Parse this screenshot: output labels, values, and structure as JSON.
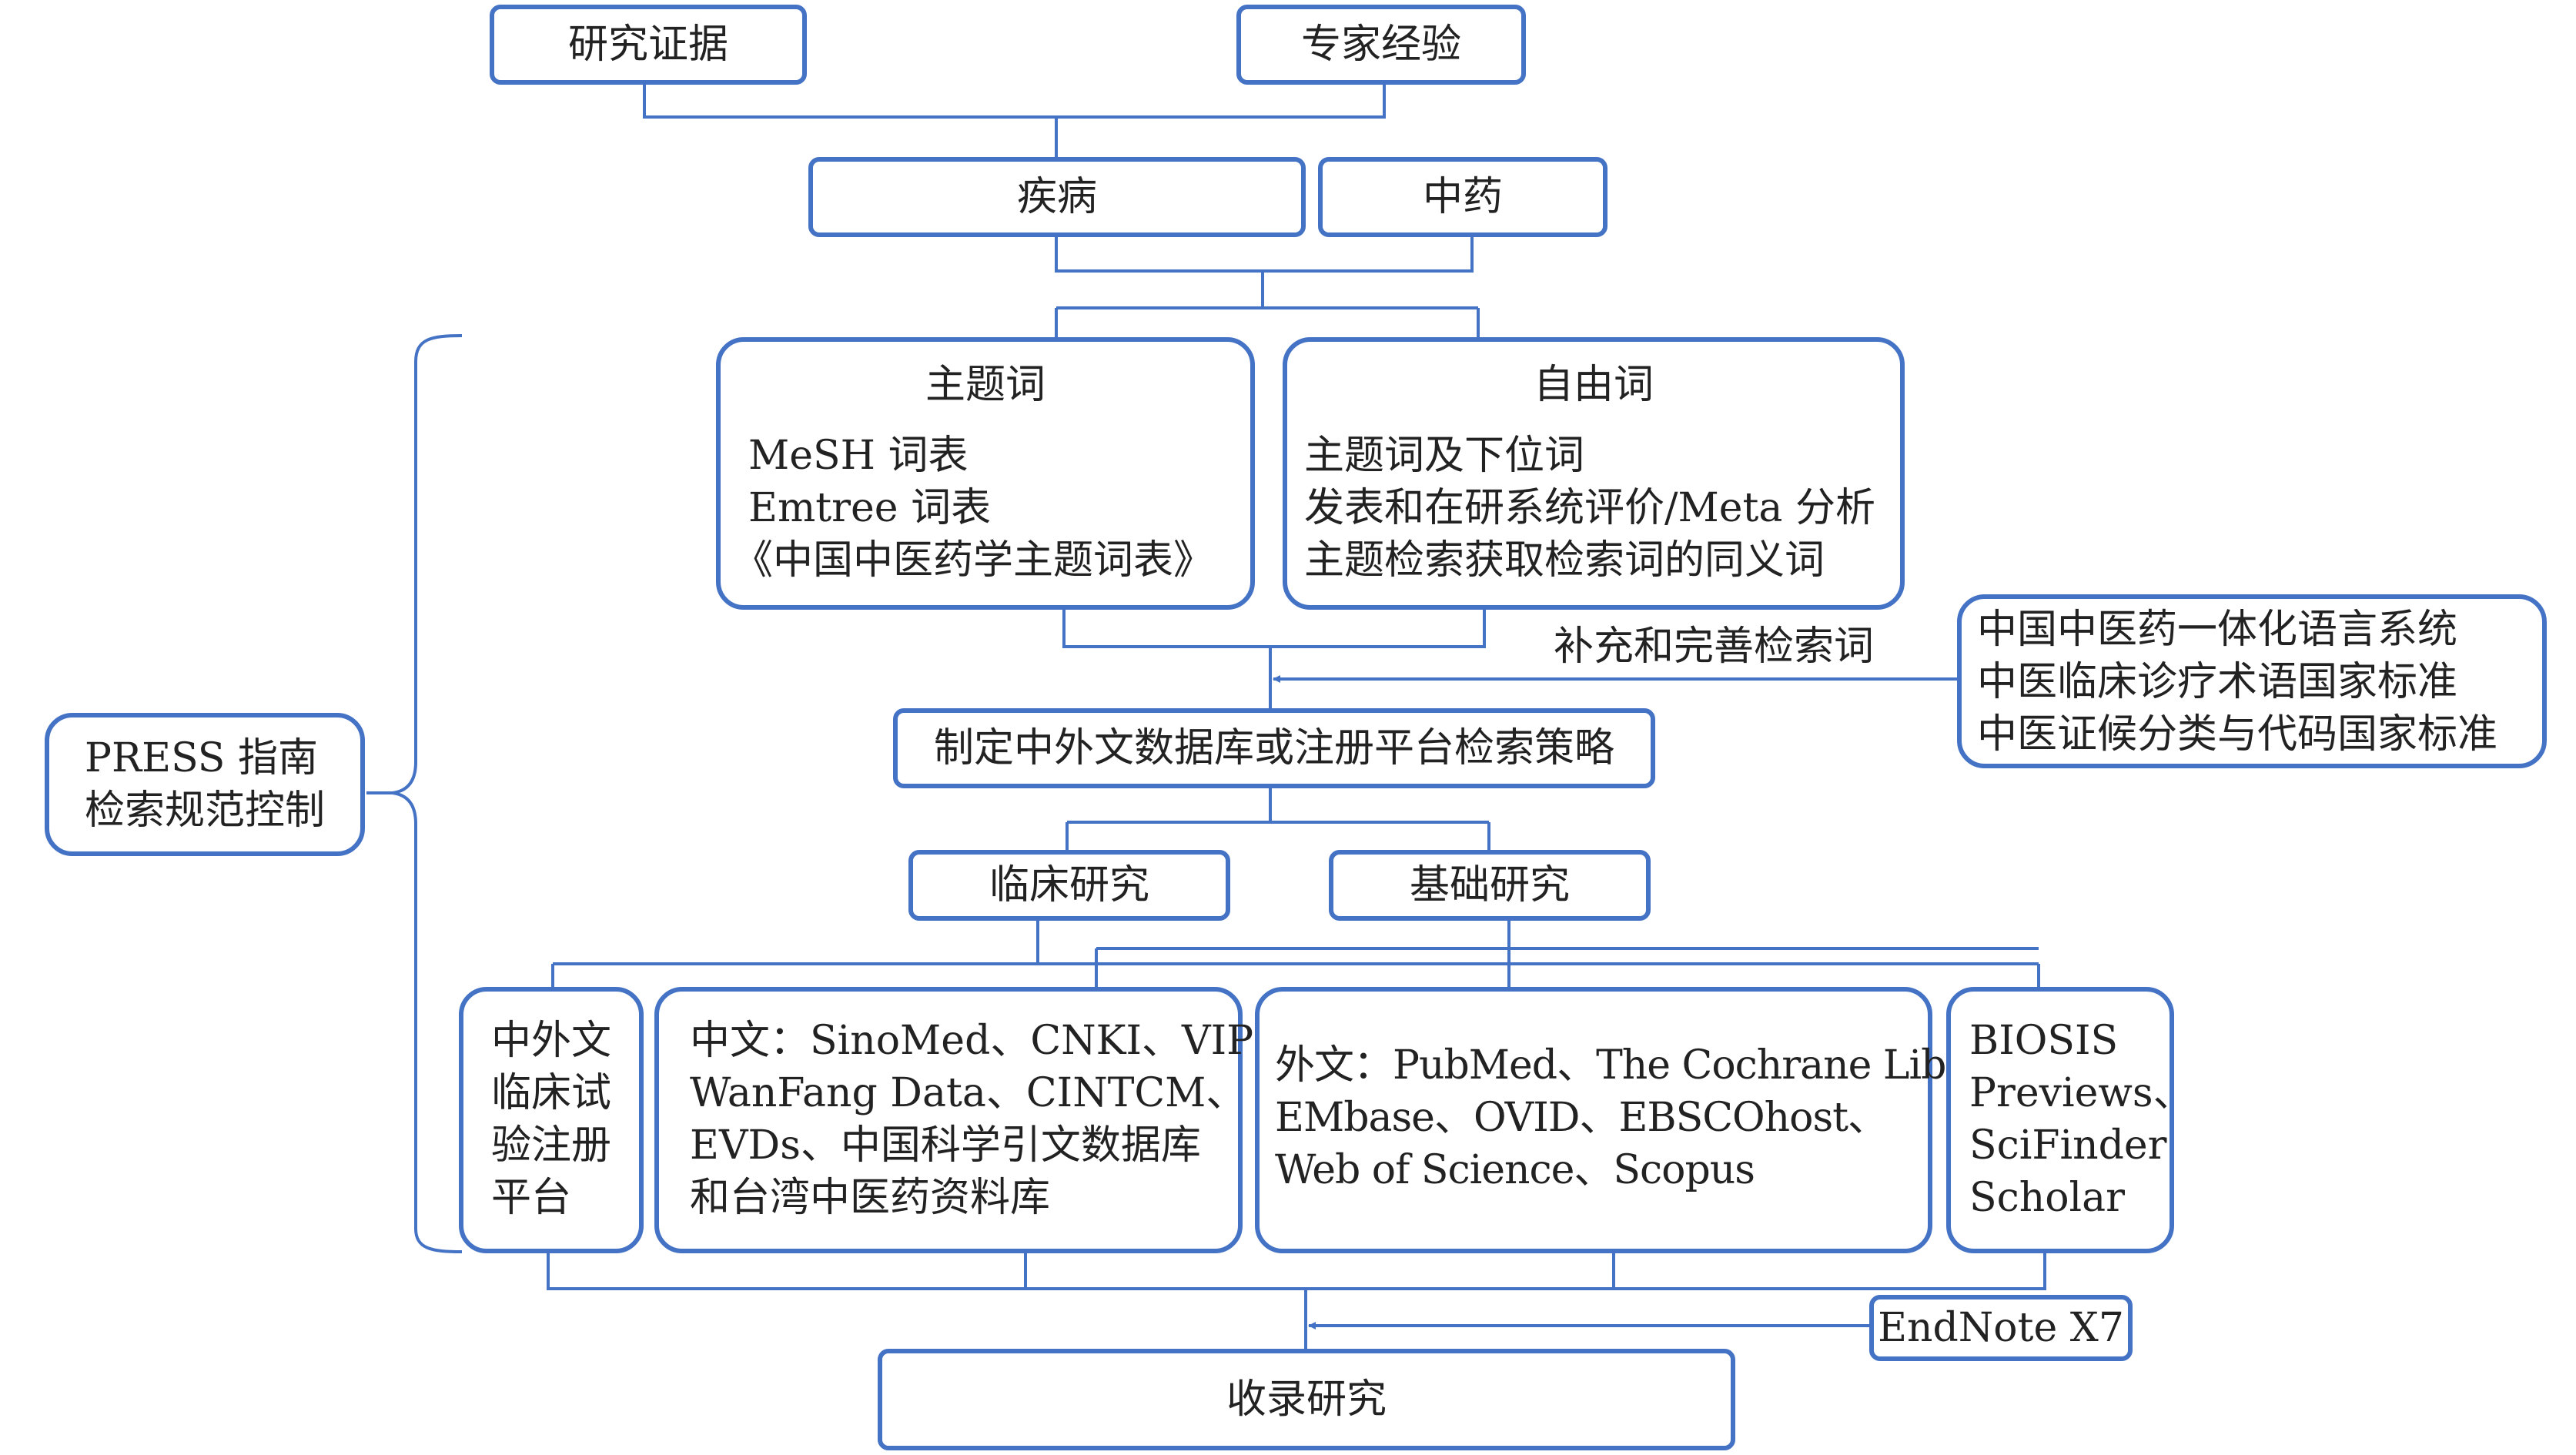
{
  "nodes": {
    "evidence": "研究证据",
    "expert": "专家经验",
    "disease": "疾病",
    "tcm": "中药",
    "mesh": {
      "title": "主题词",
      "lines": [
        "MeSH 词表",
        "Emtree 词表",
        "《中国中医药学主题词表》"
      ]
    },
    "free": {
      "title": "自由词",
      "lines": [
        "主题词及下位词",
        "发表和在研系统评价/Meta 分析",
        "主题检索获取检索词的同义词"
      ]
    },
    "supplement_label": "补充和完善检索词",
    "standards": [
      "中国中医药一体化语言系统",
      "中医临床诊疗术语国家标准",
      "中医证候分类与代码国家标准"
    ],
    "strategy": "制定中外文数据库或注册平台检索策略",
    "press": [
      "PRESS 指南",
      "检索规范控制"
    ],
    "clinical": "临床研究",
    "basic": "基础研究",
    "registry": [
      "中外文",
      "临床试",
      "验注册",
      "平台"
    ],
    "chinese_db": [
      "中文：SinoMed、CNKI、VIP、",
      "WanFang Data、CINTCM、",
      "EVDs、中国科学引文数据库",
      "和台湾中医药资料库"
    ],
    "foreign_db": [
      "外文：PubMed、The Cochrane Library、",
      "EMbase、OVID、EBSCOhost、",
      "Web of Science、Scopus"
    ],
    "biosis": [
      "BIOSIS",
      "Previews、",
      "SciFinder",
      "Scholar"
    ],
    "endnote": "EndNote X7",
    "include": "收录研究"
  },
  "colors": {
    "border": "#4472c4",
    "text": "#222222"
  }
}
